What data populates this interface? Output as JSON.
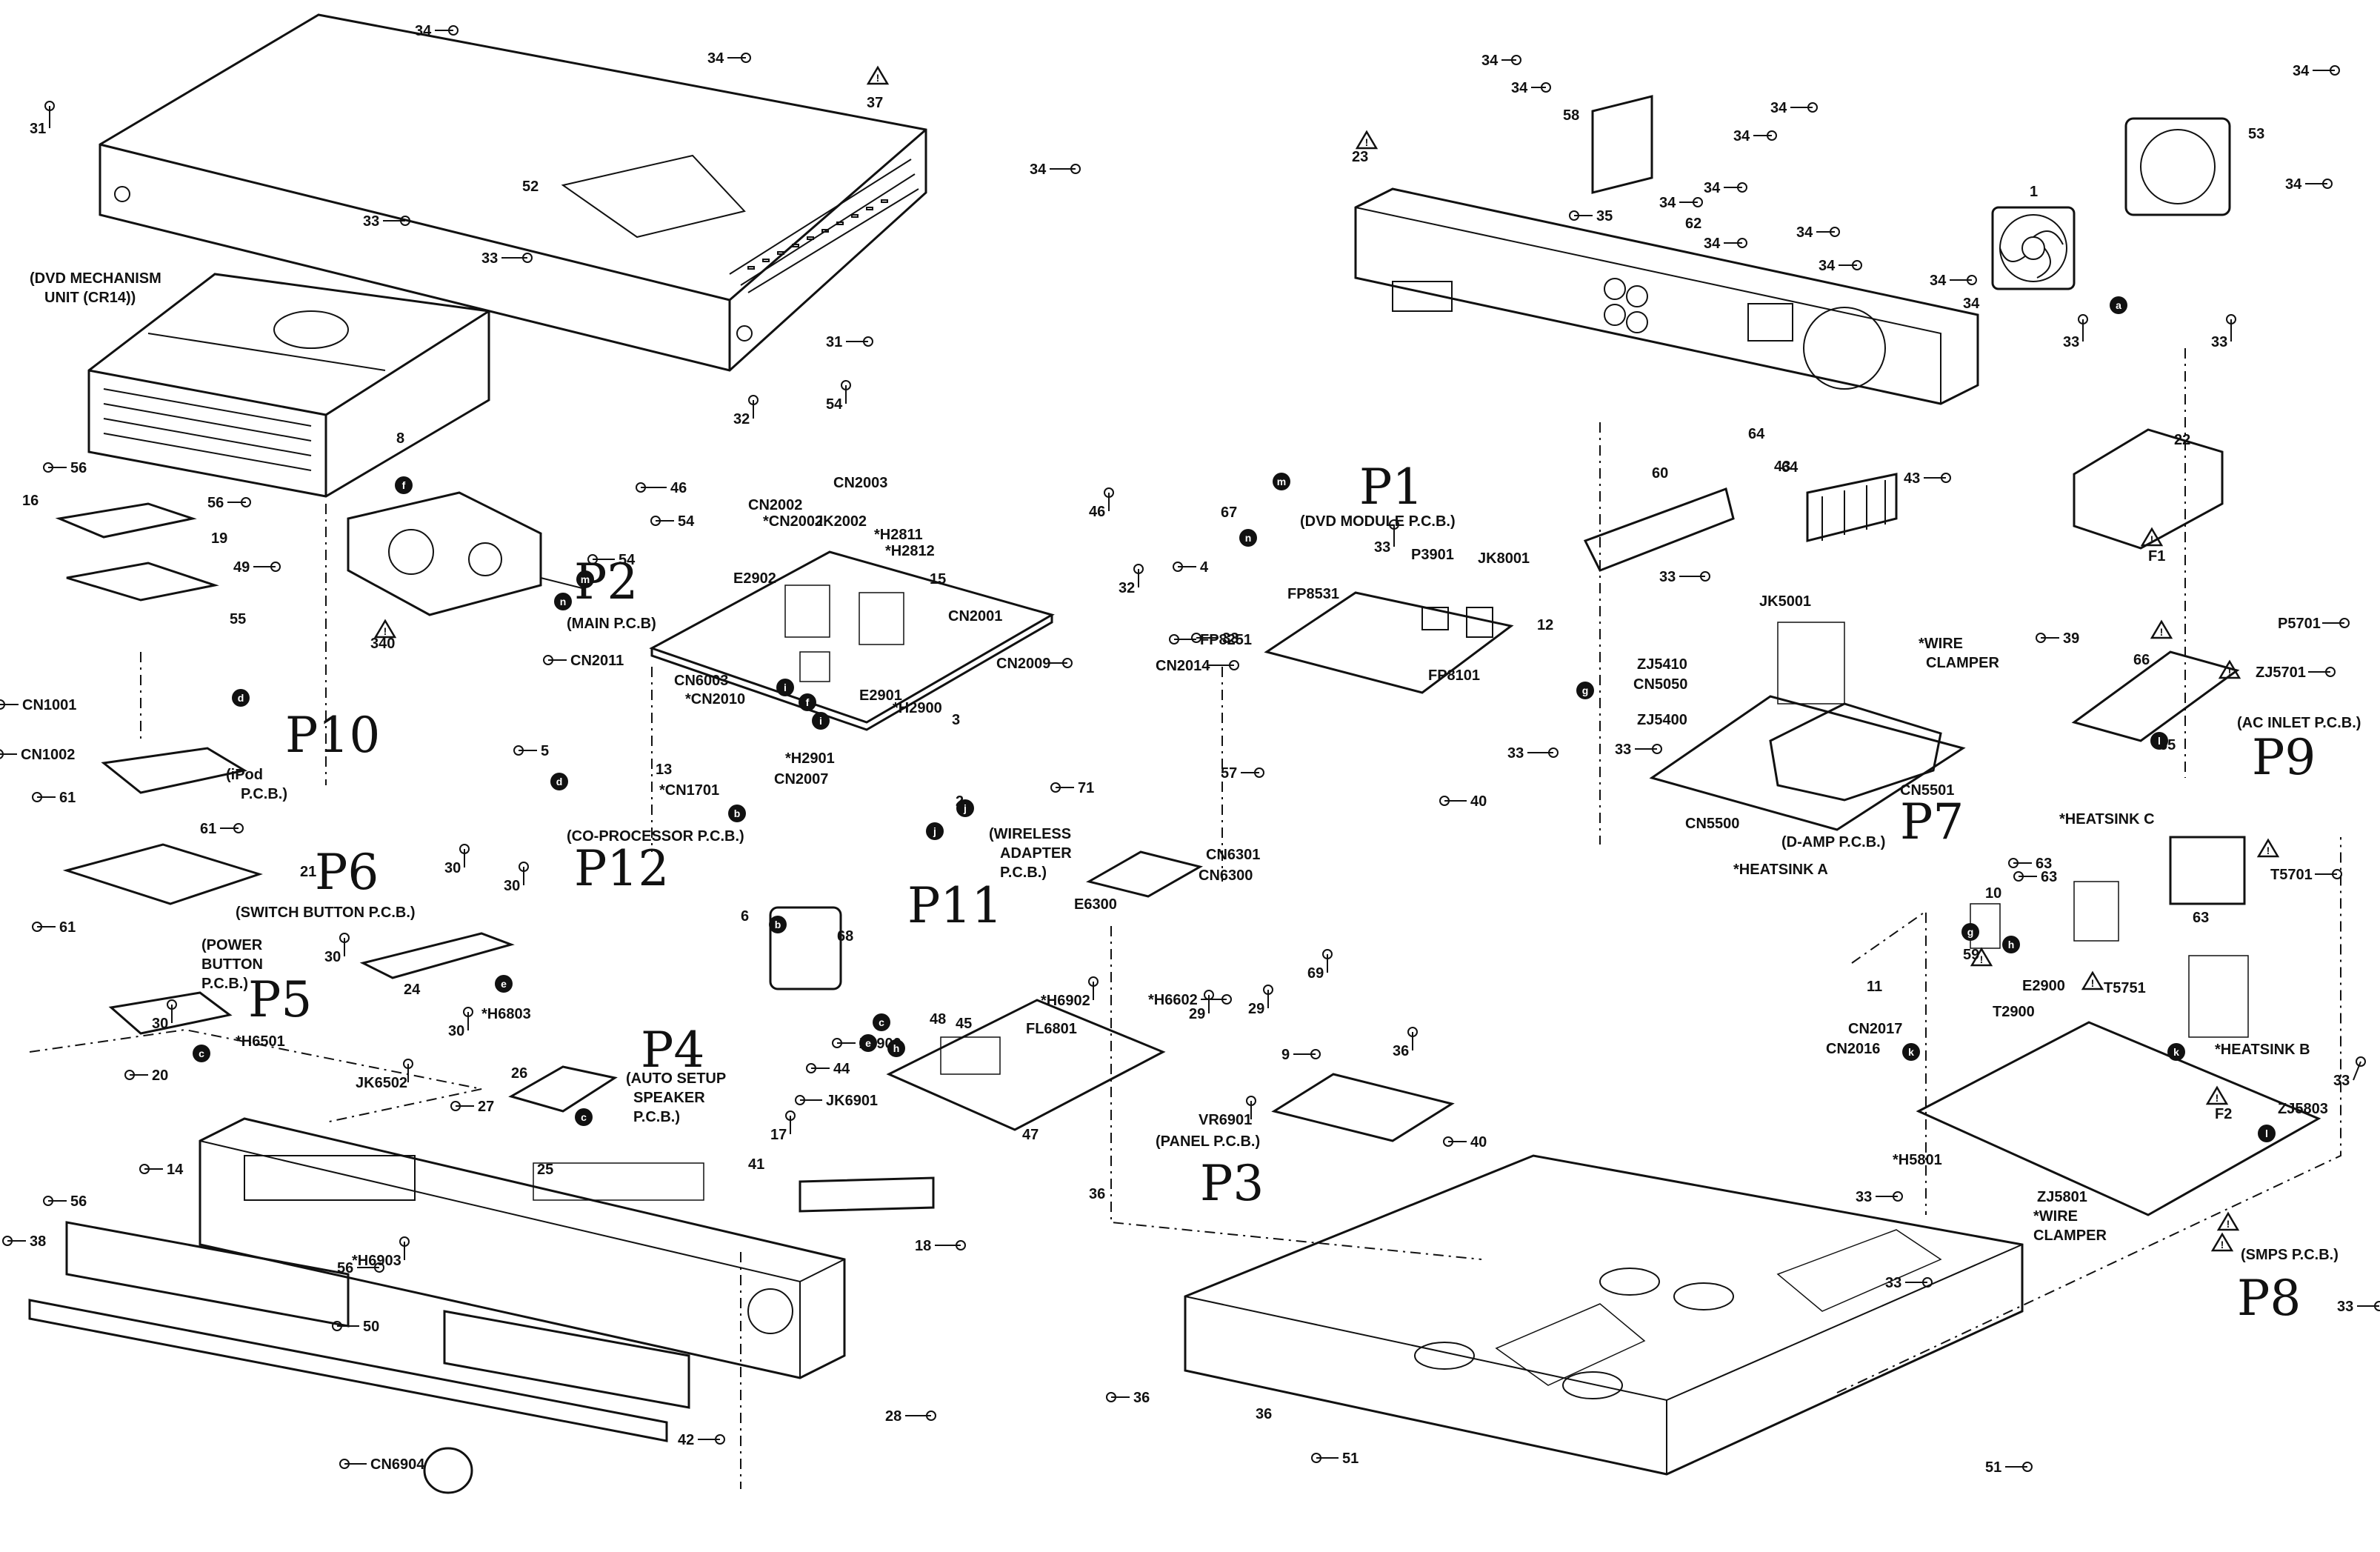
{
  "handwritten_labels": [
    {
      "id": "p1",
      "text": "P1"
    },
    {
      "id": "p2",
      "text": "P2"
    },
    {
      "id": "p3",
      "text": "P3"
    },
    {
      "id": "p4",
      "text": "P4"
    },
    {
      "id": "p5",
      "text": "P5"
    },
    {
      "id": "p6",
      "text": "P6"
    },
    {
      "id": "p7",
      "text": "P7"
    },
    {
      "id": "p8",
      "text": "P8"
    },
    {
      "id": "p9",
      "text": "P9"
    },
    {
      "id": "p10",
      "text": "P10"
    },
    {
      "id": "p11",
      "text": "P11"
    },
    {
      "id": "p12",
      "text": "P12"
    }
  ],
  "board_labels": {
    "dvd_mech_1": "(DVD MECHANISM",
    "dvd_mech_2": "UNIT (CR14))",
    "main_pcb": "(MAIN P.C.B)",
    "dvd_module": "(DVD MODULE P.C.B.)",
    "ipod_1": "(iPod",
    "ipod_2": "P.C.B.)",
    "switch_button": "(SWITCH BUTTON P.C.B.)",
    "power_button_1": "(POWER",
    "power_button_2": "BUTTON",
    "power_button_3": "P.C.B.)",
    "coprocessor": "(CO-PROCESSOR P.C.B.)",
    "wireless_1": "(WIRELESS",
    "wireless_2": "ADAPTER",
    "wireless_3": "P.C.B.)",
    "auto_setup_1": "(AUTO SETUP",
    "auto_setup_2": "SPEAKER",
    "auto_setup_3": "P.C.B.)",
    "panel_pcb": "(PANEL P.C.B.)",
    "damp_pcb": "(D-AMP P.C.B.)",
    "heatsink_a": "*HEATSINK A",
    "heatsink_b": "*HEATSINK B",
    "heatsink_c": "*HEATSINK C",
    "wire_clamper_top_1": "*WIRE",
    "wire_clamper_top_2": "CLAMPER",
    "wire_clamper_bot_1": "*WIRE",
    "wire_clamper_bot_2": "CLAMPER",
    "ac_inlet": "(AC INLET P.C.B.)",
    "smps": "(SMPS P.C.B.)"
  },
  "part_labels": [
    "34",
    "34",
    "34",
    "34",
    "34",
    "34",
    "34",
    "34",
    "34",
    "34",
    "34",
    "34",
    "34",
    "34",
    "34",
    "34",
    "31",
    "31",
    "37",
    "52",
    "33",
    "33",
    "33",
    "33",
    "33",
    "33",
    "33",
    "33",
    "33",
    "33",
    "33",
    "33",
    "33",
    "8",
    "56",
    "56",
    "56",
    "56",
    "16",
    "19",
    "49",
    "55",
    "340",
    "32",
    "32",
    "54",
    "54",
    "54",
    "46",
    "46",
    "CN2014",
    "CN2002",
    "*CN2002",
    "CN2003",
    "JK2002",
    "*H2811",
    "*H2812",
    "15",
    "E2902",
    "CN2001",
    "CN2011",
    "CN2009",
    "CN6003",
    "*CN2010",
    "E2901",
    "*H2900",
    "3",
    "13",
    "*CN1701",
    "*H2901",
    "CN2007",
    "2",
    "5",
    "6",
    "68",
    "71",
    "57",
    "CN6301",
    "CN6300",
    "E6300",
    "67",
    "4",
    "FP8531",
    "FP8251",
    "P3901",
    "JK8001",
    "FP8101",
    "60",
    "12",
    "ZJ5410",
    "CN5050",
    "ZJ5400",
    "40",
    "40",
    "CN5500",
    "CN5501",
    "JK5001",
    "43",
    "43",
    "64",
    "64",
    "23",
    "58",
    "35",
    "62",
    "1",
    "53",
    "22",
    "F1",
    "39",
    "66",
    "65",
    "P5701",
    "ZJ5701",
    "T5701",
    "63",
    "63",
    "63",
    "10",
    "11",
    "59",
    "T2900",
    "E2900",
    "CN2017",
    "CN2016",
    "T5751",
    "F2",
    "ZJ5803",
    "*H5801",
    "ZJ5801",
    "CN1001",
    "CN1002",
    "61",
    "61",
    "61",
    "21",
    "30",
    "30",
    "30",
    "30",
    "30",
    "29",
    "29",
    "69",
    "*H6602",
    "9",
    "*H6803",
    "24",
    "20",
    "*H6501",
    "JK6502",
    "14",
    "26",
    "27",
    "25",
    "17",
    "18",
    "28",
    "38",
    "42",
    "CN6904",
    "50",
    "*H6903",
    "48",
    "45",
    "Z6900",
    "44",
    "*H6902",
    "FL6801",
    "VR6901",
    "JK6901",
    "41",
    "47",
    "36",
    "36",
    "36",
    "36",
    "51",
    "51"
  ],
  "legend_markers": [
    "a",
    "b",
    "c",
    "d",
    "e",
    "f",
    "g",
    "h",
    "i",
    "j",
    "k",
    "l",
    "m",
    "n"
  ]
}
